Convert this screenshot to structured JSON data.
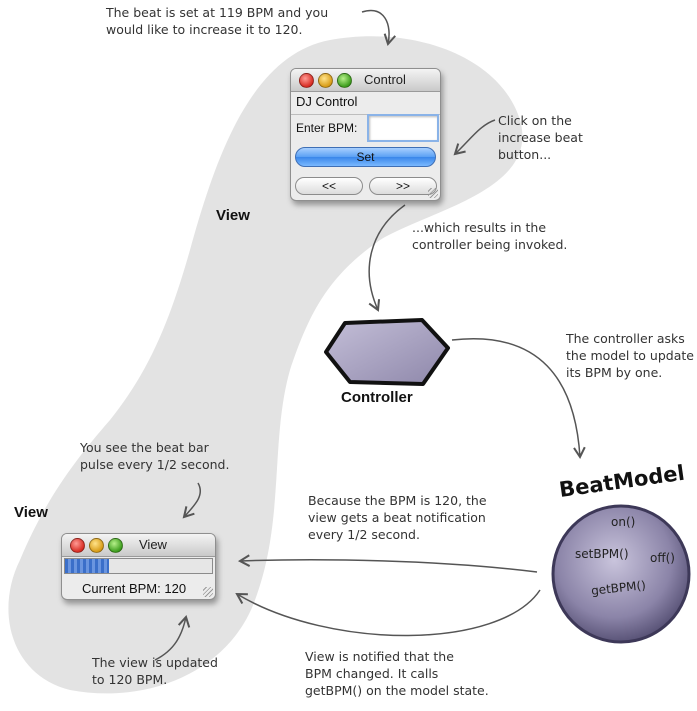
{
  "regions": {
    "view_top_label": "View",
    "view_bottom_label": "View"
  },
  "control_window": {
    "title": "Control",
    "heading": "DJ Control",
    "bpm_label": "Enter BPM:",
    "bpm_value": "",
    "set_label": "Set",
    "decrease_label": "<<",
    "increase_label": ">>"
  },
  "controller": {
    "label": "Controller"
  },
  "beat_model": {
    "title": "BeatModel",
    "methods": [
      "on()",
      "setBPM()",
      "off()",
      "getBPM()"
    ]
  },
  "view_window": {
    "title": "View",
    "beat_level": 0.3,
    "current_bpm_label": "Current BPM: 120"
  },
  "notes": {
    "top_line1": "The beat is set at 119 BPM and you",
    "top_line2": "would like to increase it to 120.",
    "click_line1": "Click on the",
    "click_line2": "increase beat",
    "click_line3": "button...",
    "invoke_line1": "...which results in the",
    "invoke_line2": "controller being invoked.",
    "asks_line1": "The controller asks",
    "asks_line2": "the model to update",
    "asks_line3": "its BPM by one.",
    "pulse_line1": "You see the beat bar",
    "pulse_line2": "pulse every 1/2 second.",
    "because_line1": "Because the BPM is 120, the",
    "because_line2": "view gets a beat notification",
    "because_line3": "every 1/2 second.",
    "notified_line1": "View is notified that the",
    "notified_line2": "BPM changed.  It calls",
    "notified_line3": "getBPM() on the model state.",
    "updated_line1": "The view is updated",
    "updated_line2": "to 120 BPM."
  }
}
